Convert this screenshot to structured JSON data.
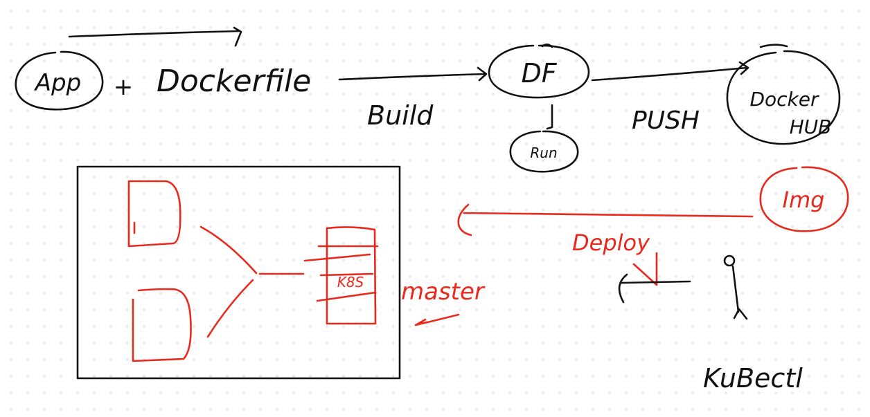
{
  "colors": {
    "ink": "#111111",
    "accent": "#e8291c",
    "background": "#ffffff",
    "grid_dots": "#d6d6d6"
  },
  "labels": {
    "app": "App",
    "plus": "+",
    "dockerfile": "Dockerfile",
    "build": "Build",
    "df": "DF",
    "run": "Run",
    "push": "PUSH",
    "docker_hub_line1": "Docker",
    "docker_hub_line2": "HUB",
    "img": "Img",
    "deploy": "Deploy",
    "k8s": "K8S",
    "master": "master",
    "kubectl": "KuBectl"
  }
}
